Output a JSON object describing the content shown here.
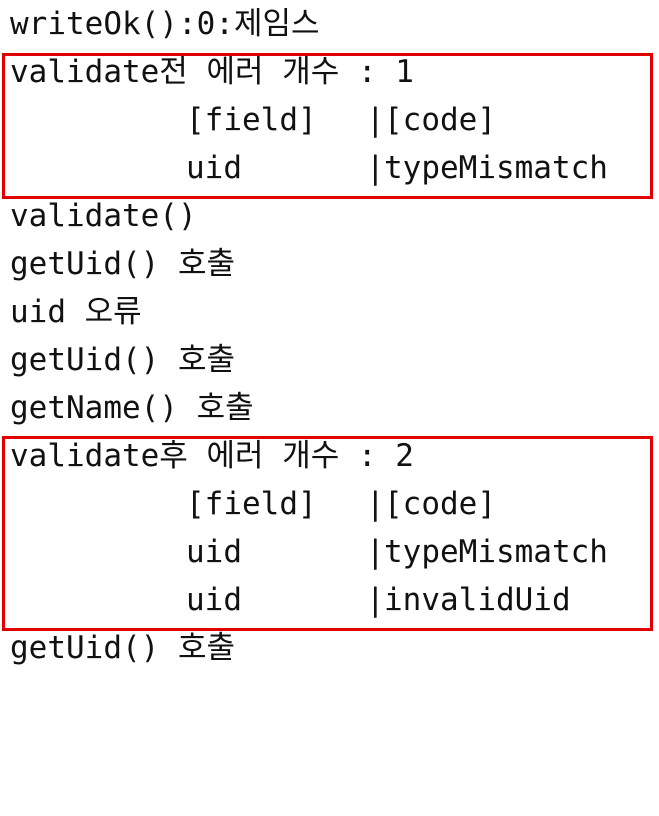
{
  "console": {
    "lines": [
      {
        "text": "writeOk():0:제임스"
      },
      {
        "text": "validate전 에러 개수 : 1"
      },
      {
        "text": "",
        "field": "[field]",
        "sep": "|",
        "code": "[code]"
      },
      {
        "text": "",
        "field": "uid",
        "sep": "|",
        "code": "typeMismatch"
      },
      {
        "text": "validate()"
      },
      {
        "text": "getUid() 호출"
      },
      {
        "text": "uid 오류"
      },
      {
        "text": "getUid() 호출"
      },
      {
        "text": "getName() 호출"
      },
      {
        "text": "validate후 에러 개수 : 2"
      },
      {
        "text": "",
        "field": "[field]",
        "sep": "|",
        "code": "[code]"
      },
      {
        "text": "",
        "field": "uid",
        "sep": "|",
        "code": "typeMismatch"
      },
      {
        "text": "",
        "field": "uid",
        "sep": "|",
        "code": "invalidUid"
      },
      {
        "text": "getUid() 호출"
      }
    ]
  },
  "colors": {
    "highlight_border": "#e00000",
    "text": "#111111",
    "background": "#ffffff"
  }
}
